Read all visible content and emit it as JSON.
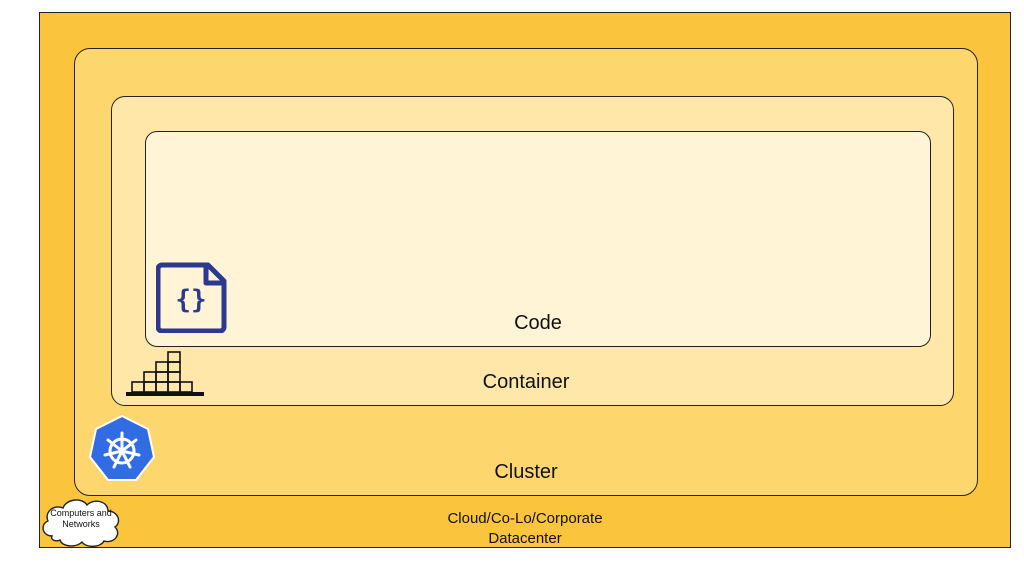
{
  "diagram": {
    "layers": {
      "datacenter": {
        "label_line1": "Cloud/Co-Lo/Corporate",
        "label_line2": "Datacenter",
        "color": "#FBC43D"
      },
      "cluster": {
        "label": "Cluster",
        "color": "#FDD66E"
      },
      "container": {
        "label": "Container",
        "color": "#FEE7A8"
      },
      "code": {
        "label": "Code",
        "color": "#FFF4D6"
      }
    },
    "cloud": {
      "line1": "Computers and",
      "line2": "Networks"
    },
    "icons": {
      "code": "code-file-icon",
      "container": "container-stack-icon",
      "cluster": "kubernetes-icon",
      "network": "cloud-icon"
    },
    "colors": {
      "code_icon": "#2B3990",
      "kubernetes": "#326CE5",
      "outline": "#222222"
    }
  }
}
